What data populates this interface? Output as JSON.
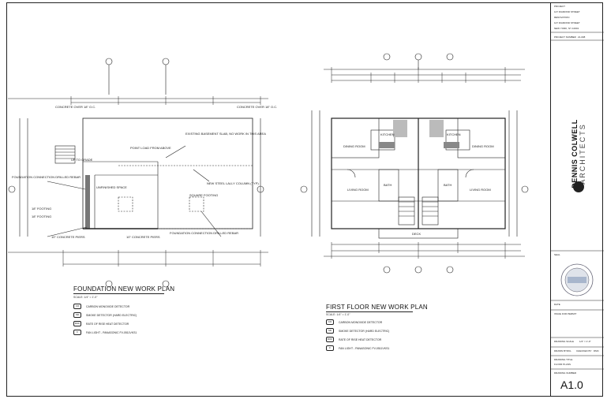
{
  "foundation_plan": {
    "title": "FOUNDATION NEW WORK PLAN",
    "scale": "SCALE: 1/4\" = 1'-0\"",
    "legend": [
      {
        "symbol": "CO",
        "text": "CARBON MONOXIDE DETECTOR"
      },
      {
        "symbol": "SD",
        "text": "SMOKE DETECTOR (HARD ELECTRIC)"
      },
      {
        "symbol": "ROF",
        "text": "RATE OF RISE HEAT DETECTOR"
      },
      {
        "symbol": "F",
        "text": "FAN LIGHT - PANASONIC FV-0511VKS1"
      }
    ],
    "notes": [
      "CONCRETE OVER 18\" O.C.",
      "CONCRETE OVER 18\" O.C.",
      "EXISTING BASEMENT SLAB, NO WORK IN THIS AREA",
      "FOUNDATION CONNECTION DRILLED REBAR",
      "POINT LOAD FROM ABOVE",
      "UNFINISHED SPACE",
      "SQUARE FOOTING",
      "NEW STEEL LALLY COLUMN (TYP)",
      "10\" CONCRETE PIERS",
      "10\" CONCRETE PIERS",
      "FOUNDATION CONNECTION DRILLED REBAR",
      "UP TO GRADE",
      "18\" FOOTING",
      "18\" FOOTING"
    ]
  },
  "first_floor_plan": {
    "title": "FIRST FLOOR NEW WORK PLAN",
    "scale": "SCALE: 1/4\" = 1'-0\"",
    "legend": [
      {
        "symbol": "CO",
        "text": "CARBON MONOXIDE DETECTOR"
      },
      {
        "symbol": "SD",
        "text": "SMOKE DETECTOR (HARD ELECTRIC)"
      },
      {
        "symbol": "ROF",
        "text": "RATE OF RISE HEAT DETECTOR"
      },
      {
        "symbol": "F",
        "text": "FAN LIGHT - PANASONIC FV-0511VKS1"
      }
    ],
    "rooms": [
      "KITCHEN",
      "KITCHEN",
      "DINING ROOM",
      "DINING ROOM",
      "LIVING ROOM",
      "LIVING ROOM",
      "BATH",
      "BATH",
      "DECK"
    ]
  },
  "title_block": {
    "project_lines": [
      "PROJECT",
      "147 DIAMOND STREET",
      "RENOVATION",
      "147 DIAMOND STREET",
      "NEW YORK, NY 10001"
    ],
    "project_number_label": "PROJECT NUMBER",
    "project_number": "21-008",
    "firm_name": "DENNIS COLWELL",
    "firm_type": "ARCHITECTS",
    "seal_label": "SEAL",
    "date_label": "DATE",
    "issue_label": "ISSUE FOR PERMIT",
    "scale_label": "DRAWING SCALE",
    "scale_value": "1/4\" = 1'-0\"",
    "drawn_label": "DRAWN BY",
    "drawn_value": "DKL",
    "checked_label": "CHECKED BY",
    "checked_value": "DMC",
    "title_label": "DRAWING TITLE",
    "title_value": "FLOOR PLANS",
    "sheet_label": "DRAWING NUMBER",
    "sheet_number": "A1.0"
  }
}
